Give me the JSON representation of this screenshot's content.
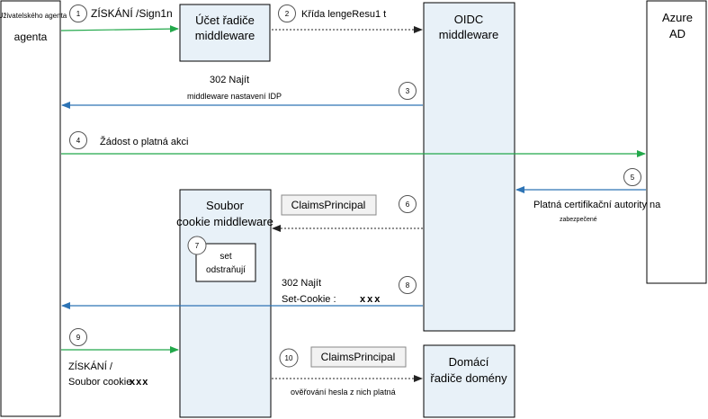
{
  "boxes": {
    "user_agent": {
      "line1": "Uživatelského agenta",
      "line2": "agenta"
    },
    "account_controller": {
      "line1": "Účet řadiče",
      "line2": "middleware"
    },
    "oidc": {
      "line1": "OIDC",
      "line2": "middleware"
    },
    "azure_ad": {
      "line1": "Azure",
      "line2": "AD"
    },
    "cookie": {
      "line1": "Soubor",
      "line2": "cookie middleware"
    },
    "set_remove": {
      "line1": "set",
      "line2": "odstraňují"
    },
    "home_controller": {
      "line1": "Domácí",
      "line2": "řadiče domény"
    },
    "claims_principal_1": "ClaimsPrincipal",
    "claims_principal_2": "ClaimsPrincipal"
  },
  "steps": {
    "s1": {
      "number": "1",
      "label": "ZÍSKÁNÍ /Sign1n"
    },
    "s2": {
      "number": "2",
      "label": "Křída lengeResu1 t"
    },
    "s3": {
      "number": "3",
      "line1": "302  Najít",
      "line2": "middleware nastavení  IDP"
    },
    "s4": {
      "number": "4",
      "label": "Žádost o platná akci"
    },
    "s5": {
      "number": "5",
      "line1": "Platná certifikační autority na",
      "line2": "zabezpečené"
    },
    "s6": {
      "number": "6"
    },
    "s7": {
      "number": "7"
    },
    "s8": {
      "number": "8",
      "line1": "302  Najít",
      "line2": "Set-Cookie :",
      "xxx": "xxx"
    },
    "s9": {
      "number": "9",
      "line1": "ZÍSKÁNÍ /",
      "line2": "Soubor cookie",
      "xxx": "xxx"
    },
    "s10": {
      "number": "10",
      "label": "ověřování hesla z nich platná"
    }
  },
  "colors": {
    "box_fill": "#e8f1f8",
    "green_arrow": "#22a84a",
    "blue_arrow": "#2e74b5",
    "dotted_arrow": "#555555",
    "claims_fill": "#f2f2f2"
  }
}
